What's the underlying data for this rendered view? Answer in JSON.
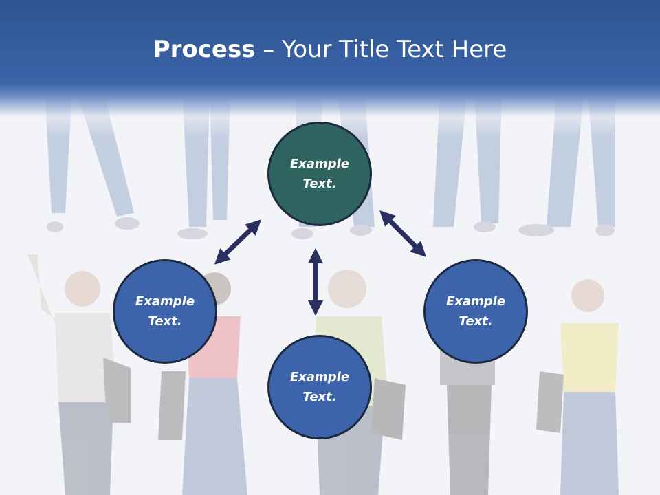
{
  "title": {
    "bold": "Process",
    "rest": " – Your Title Text Here"
  },
  "nodes": {
    "top": "Example Text.",
    "left": "Example Text.",
    "right": "Example Text.",
    "bottom": "Example Text."
  },
  "colors": {
    "header": "#3a63a8",
    "node_top": "#2f6460",
    "node_blue": "#3d64ab",
    "arrow": "#2a3160"
  }
}
